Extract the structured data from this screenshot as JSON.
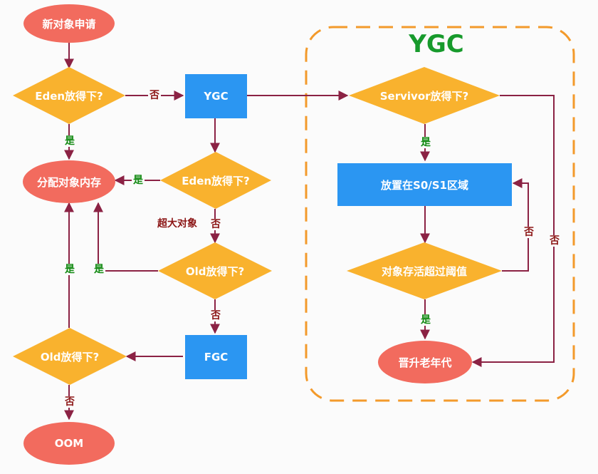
{
  "group": {
    "title": "YGC"
  },
  "nodes": {
    "new_object": "新对象申请",
    "eden_check_1": "Eden放得下?",
    "ygc": "YGC",
    "eden_check_2": "Eden放得下?",
    "allocate": "分配对象内存",
    "old_check_1": "Old放得下?",
    "fgc": "FGC",
    "old_check_2": "Old放得下?",
    "oom": "OOM",
    "survivor_check": "Servivor放得下?",
    "place_s0s1": "放置在S0/S1区域",
    "age_check": "对象存活超过阈值",
    "promote": "晋升老年代"
  },
  "labels": {
    "yes": "是",
    "no": "否",
    "large_object": "超大对象"
  },
  "colors": {
    "ellipse": "#f26b5e",
    "diamond": "#f9b22e",
    "rect": "#2b96f2",
    "arrow": "#8b2244",
    "group_border": "#f39a2b",
    "group_title": "#179a2c"
  }
}
